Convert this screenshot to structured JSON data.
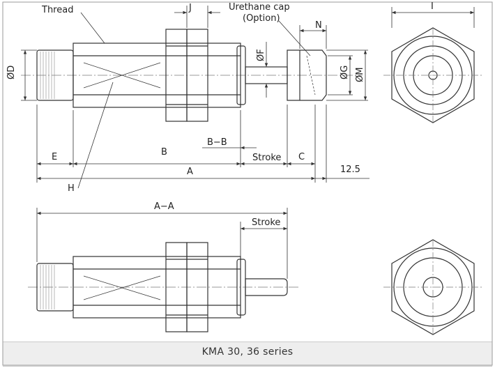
{
  "diagram": {
    "labels": {
      "thread": "Thread",
      "j": "J",
      "urethane_cap": "Urethane cap",
      "option": "(Option)",
      "n": "N",
      "i": "I",
      "d": "ØD",
      "f": "ØF",
      "g": "ØG",
      "m": "ØM",
      "e": "E",
      "b": "B",
      "bb": "B−B",
      "stroke_top": "Stroke",
      "c": "C",
      "a": "A",
      "dim_12_5": "12.5",
      "h": "H",
      "aa": "A−A",
      "stroke_bottom": "Stroke"
    },
    "colors": {
      "line": "#333333",
      "center": "#777777",
      "knurl": "#888888"
    }
  },
  "footer": {
    "caption": "KMA 30, 36 series"
  }
}
